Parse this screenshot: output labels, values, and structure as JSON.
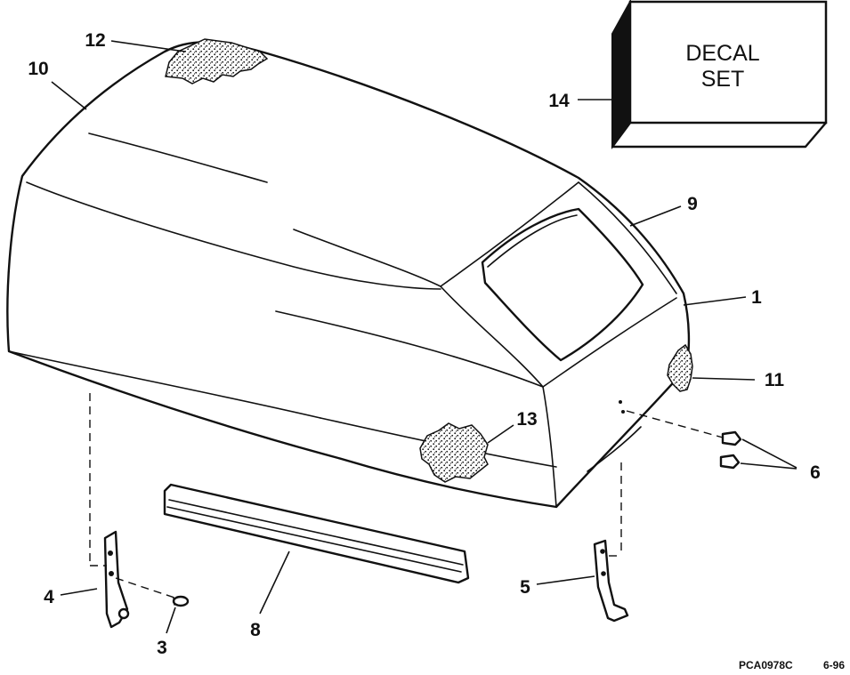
{
  "callouts": {
    "c1": "1",
    "c3": "3",
    "c4": "4",
    "c5": "5",
    "c6": "6",
    "c8": "8",
    "c9": "9",
    "c10": "10",
    "c11": "11",
    "c12": "12",
    "c13": "13",
    "c14": "14"
  },
  "decal_box": {
    "line1": "DECAL",
    "line2": "SET"
  },
  "footer": {
    "code": "PCA0978C",
    "date": "6-96"
  },
  "colors": {
    "ink": "#111111",
    "paper": "#ffffff"
  }
}
